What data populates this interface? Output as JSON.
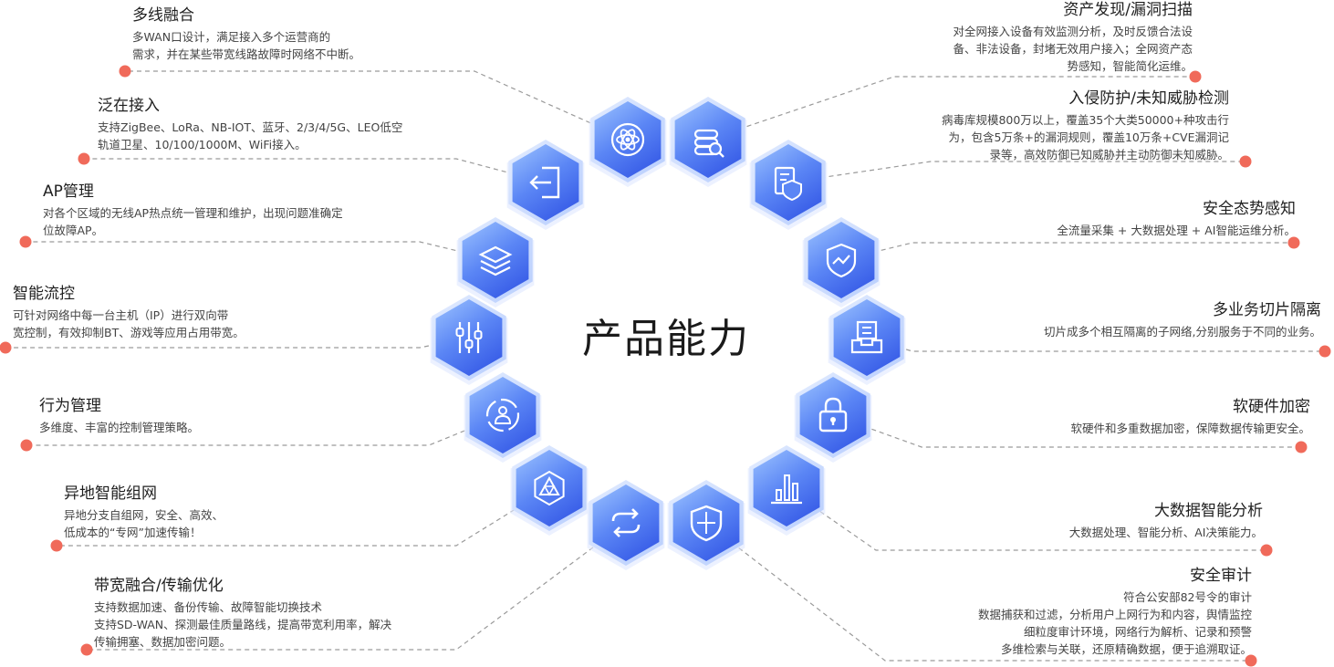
{
  "center_title": "产品能力",
  "colors": {
    "hex_light": "#8fb6ff",
    "hex_dark": "#3b63ea",
    "hex_edge": "#c9d9ff",
    "dot": "#f06a5a",
    "line": "#9a9a9a"
  },
  "left_features": [
    {
      "title": "多线融合",
      "lines": [
        "多WAN口设计，满足接入多个运营商的",
        "需求，并在某些带宽线路故障时网络不中断。"
      ]
    },
    {
      "title": "泛在接入",
      "lines": [
        "支持ZigBee、LoRa、NB-IOT、蓝牙、2/3/4/5G、LEO低空",
        "轨道卫星、10/100/1000M、WiFi接入。"
      ]
    },
    {
      "title": "AP管理",
      "lines": [
        "对各个区域的无线AP热点统一管理和维护，出现问题准确定",
        "位故障AP。"
      ]
    },
    {
      "title": "智能流控",
      "lines": [
        "可针对网络中每一台主机（IP）进行双向带",
        "宽控制，有效抑制BT、游戏等应用占用带宽。"
      ]
    },
    {
      "title": "行为管理",
      "lines": [
        "多维度、丰富的控制管理策略。"
      ]
    },
    {
      "title": "异地智能组网",
      "lines": [
        "异地分支自组网，安全、高效、",
        "低成本的“专网”加速传输！"
      ]
    },
    {
      "title": "带宽融合/传输优化",
      "lines": [
        "支持数据加速、备份传输、故障智能切换技术",
        "支持SD-WAN、探测最佳质量路线，提高带宽利用率，解决",
        "传输拥塞、数据加密问题。"
      ]
    }
  ],
  "right_features": [
    {
      "title": "资产发现/漏洞扫描",
      "lines": [
        "对全网接入设备有效监测分析，及时反馈合法设",
        "备、非法设备，封堵无效用户接入；全网资产态",
        "势感知，智能简化运维。"
      ]
    },
    {
      "title": "入侵防护/未知威胁检测",
      "lines": [
        "病毒库规模800万以上，覆盖35个大类50000+种攻击行",
        "为，包含5万条+的漏洞规则，覆盖10万条+CVE漏洞记",
        "录等，高效防御已知威胁并主动防御未知威胁。"
      ]
    },
    {
      "title": "安全态势感知",
      "lines": [
        "全流量采集 + 大数据处理 + AI智能运维分析。"
      ]
    },
    {
      "title": "多业务切片隔离",
      "lines": [
        "切片成多个相互隔离的子网络,分别服务于不同的业务。"
      ]
    },
    {
      "title": "软硬件加密",
      "lines": [
        "软硬件和多重数据加密，保障数据传输更安全。"
      ]
    },
    {
      "title": "大数据智能分析",
      "lines": [
        "大数据处理、智能分析、AI决策能力。"
      ]
    },
    {
      "title": "安全审计",
      "lines": [
        "符合公安部82号令的审计",
        "数据捕获和过滤，分析用户上网行为和内容，舆情监控",
        "细粒度审计环境，网络行为解析、记录和预警",
        "多维检索与关联，还原精确数据，便于追溯取证。"
      ]
    }
  ],
  "hexagons": [
    {
      "icon": "atom-network-icon"
    },
    {
      "icon": "database-search-icon"
    },
    {
      "icon": "document-shield-icon"
    },
    {
      "icon": "shield-trend-icon"
    },
    {
      "icon": "layered-tray-icon"
    },
    {
      "icon": "lock-icon"
    },
    {
      "icon": "bar-chart-icon"
    },
    {
      "icon": "security-shield-icon"
    },
    {
      "icon": "sync-arrows-icon"
    },
    {
      "icon": "network-triangle-icon"
    },
    {
      "icon": "gear-user-icon"
    },
    {
      "icon": "sliders-icon"
    },
    {
      "icon": "layers-icon"
    },
    {
      "icon": "login-arrow-icon"
    }
  ]
}
